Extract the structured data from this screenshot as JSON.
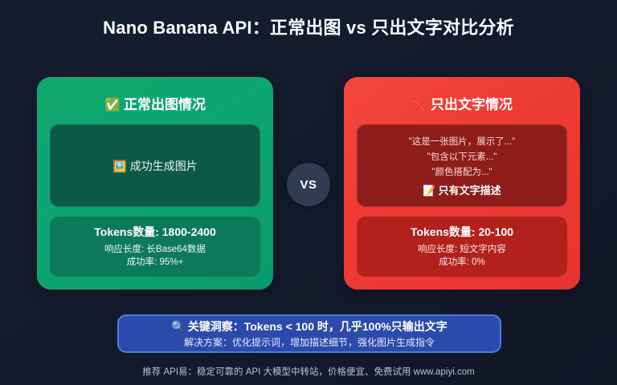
{
  "page": {
    "title": "Nano Banana API：正常出图 vs 只出文字对比分析",
    "background_color": "#141c2e"
  },
  "comparison": {
    "vs_label": "VS",
    "success_panel": {
      "accent_color": "#0da571",
      "header_icon": "✅",
      "header_label": "正常出图情况",
      "preview": {
        "icon": "🖼️",
        "label": "成功生成图片"
      },
      "stats": {
        "headline": "Tokens数量: 1800-2400",
        "lines": [
          "响应长度: 长Base64数据",
          "成功率: 95%+"
        ]
      }
    },
    "fail_panel": {
      "accent_color": "#ef3b35",
      "header_icon": "❌",
      "header_label": "只出文字情况",
      "preview": {
        "quotes": [
          "\"这是一张图片，展示了...\"",
          "\"包含以下元素...\"",
          "\"颜色搭配为...\""
        ],
        "summary_icon": "📝",
        "summary_label": "只有文字描述"
      },
      "stats": {
        "headline": "Tokens数量: 20-100",
        "lines": [
          "响应长度: 短文字内容",
          "成功率: 0%"
        ]
      }
    }
  },
  "insight": {
    "icon": "🔍",
    "main": "关键洞察：Tokens < 100 时，几乎100%只输出文字",
    "solution": "解决方案：优化提示词，增加描述细节，强化图片生成指令",
    "fill_color": "#2c4aab",
    "border_color": "#4b7ce2"
  },
  "footer": {
    "text": "推荐 API易：稳定可靠的 API 大模型中转站，价格便宜、免费试用 www.apiyi.com"
  }
}
